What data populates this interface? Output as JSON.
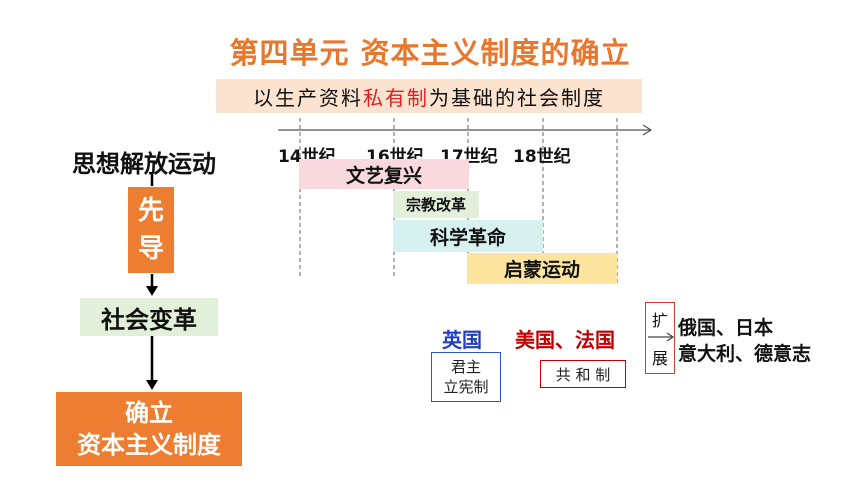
{
  "title": "第四单元  资本主义制度的确立",
  "subtitle": {
    "before": "以生产资料",
    "highlight": "私有制",
    "after": "为基础的社会制度"
  },
  "left_flow": {
    "top_label": "思想解放运动",
    "lead_chars": [
      "先",
      "导"
    ],
    "middle_label": "社会变革",
    "bottom_line1": "确立",
    "bottom_line2": "资本主义制度"
  },
  "timeline": {
    "centuries": [
      "14世纪",
      "16世纪",
      "17世纪",
      "18世纪"
    ],
    "events": [
      "文艺复兴",
      "宗教改革",
      "科学革命",
      "启蒙运动"
    ]
  },
  "countries": {
    "uk": {
      "name": "英国",
      "system_line1": "君主",
      "system_line2": "立宪制"
    },
    "us_fr": {
      "name": "美国、法国",
      "system": "共 和 制"
    },
    "expand": [
      "扩",
      "展"
    ],
    "others_line1": "俄国、日本",
    "others_line2": "意大利、德意志"
  },
  "colors": {
    "orange": "#ed7d31",
    "title": "#e8772e",
    "blue": "#1f3fbf",
    "red": "#c00000"
  }
}
